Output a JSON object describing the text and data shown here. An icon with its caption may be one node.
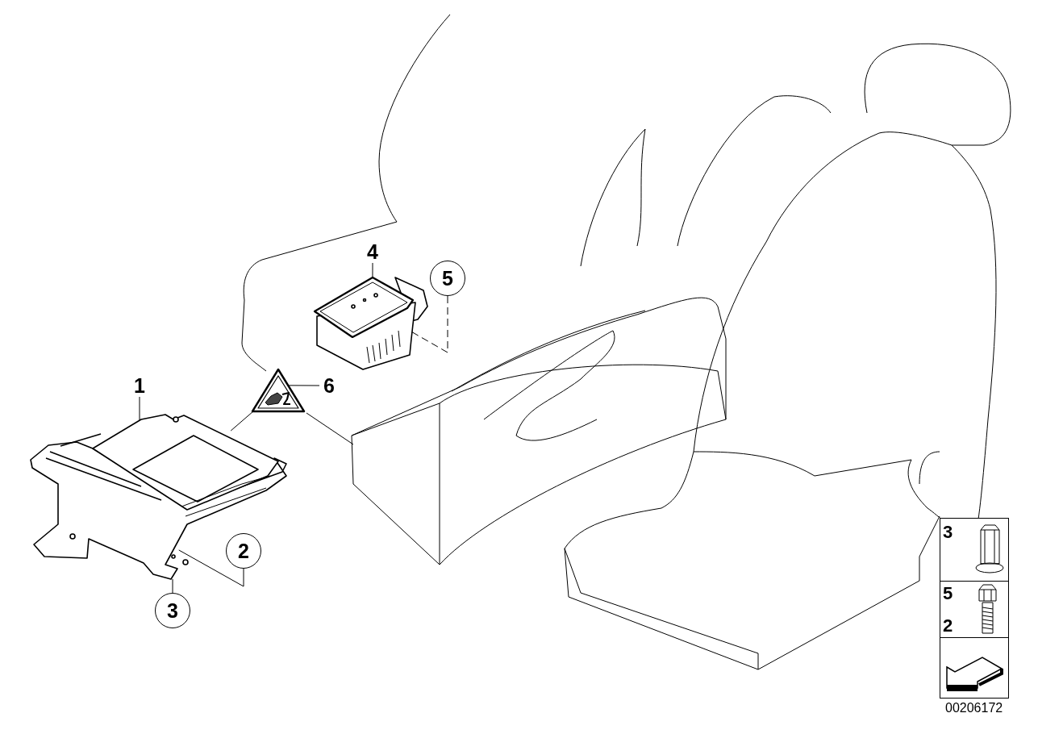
{
  "diagram": {
    "nodes": [
      {
        "text": [
          "1"
        ]
      },
      {
        "text": [],
        "shape": "picture"
      },
      {
        "text": [
          "4"
        ]
      },
      {
        "text": [],
        "shape": "picture"
      },
      {
        "text": [],
        "shape": "picture"
      },
      {
        "text": [
          "6"
        ]
      },
      {
        "text": [
          "5"
        ]
      },
      {
        "text": [
          "2"
        ]
      },
      {
        "text": [
          "3"
        ]
      }
    ],
    "edges": [
      {
        "from": 0,
        "to": 1,
        "arrow": "none"
      },
      {
        "from": 2,
        "to": 3,
        "arrow": "none"
      },
      {
        "from": 5,
        "to": 4,
        "arrow": "none"
      },
      {
        "from": 6,
        "to": 3,
        "arrow": "none",
        "style": "dashed"
      },
      {
        "from": 7,
        "to": 1,
        "arrow": "none"
      },
      {
        "from": 8,
        "to": 1,
        "arrow": "none"
      },
      {
        "from": 4,
        "to": 1,
        "arrow": "none"
      },
      {
        "from": 4,
        "to": null,
        "arrow": "none"
      }
    ],
    "labels": [
      "3",
      "5",
      "2",
      "00206172"
    ]
  }
}
